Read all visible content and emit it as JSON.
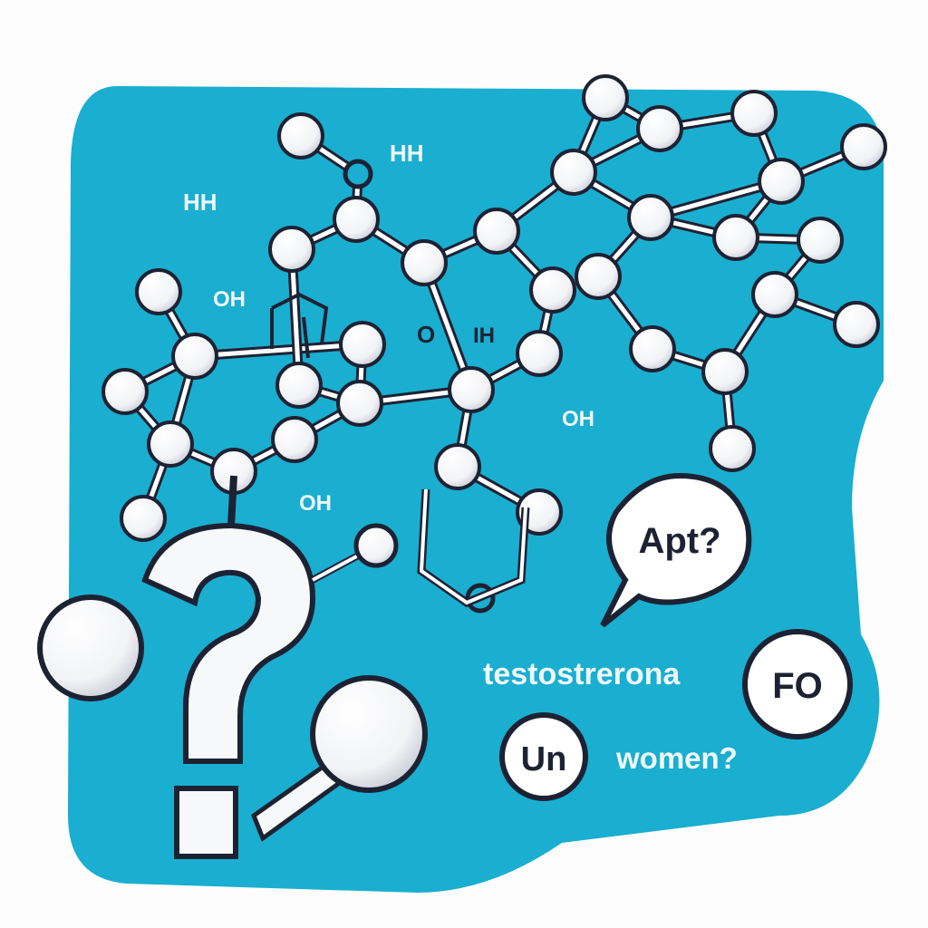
{
  "colors": {
    "background": "#1aaed0",
    "atom_fill": "#f7f8fa",
    "outline": "#1d2233",
    "text_light": "#eef8fb",
    "text_dark": "#1d2233"
  },
  "atom_labels": {
    "hh_top": "HH",
    "hh_left": "HH",
    "oh_left": "OH",
    "o_center": "O",
    "ih_center": "IH",
    "oh_right": "OH",
    "oh_bottom": "OH"
  },
  "bubble": {
    "text": "Apt?"
  },
  "caption": {
    "word": "testostrerona",
    "question": "women?"
  },
  "badges": {
    "fo": "FO",
    "un": "Un"
  },
  "icons": [
    "molecule-icon",
    "question-mark-icon",
    "speech-bubble-icon"
  ]
}
